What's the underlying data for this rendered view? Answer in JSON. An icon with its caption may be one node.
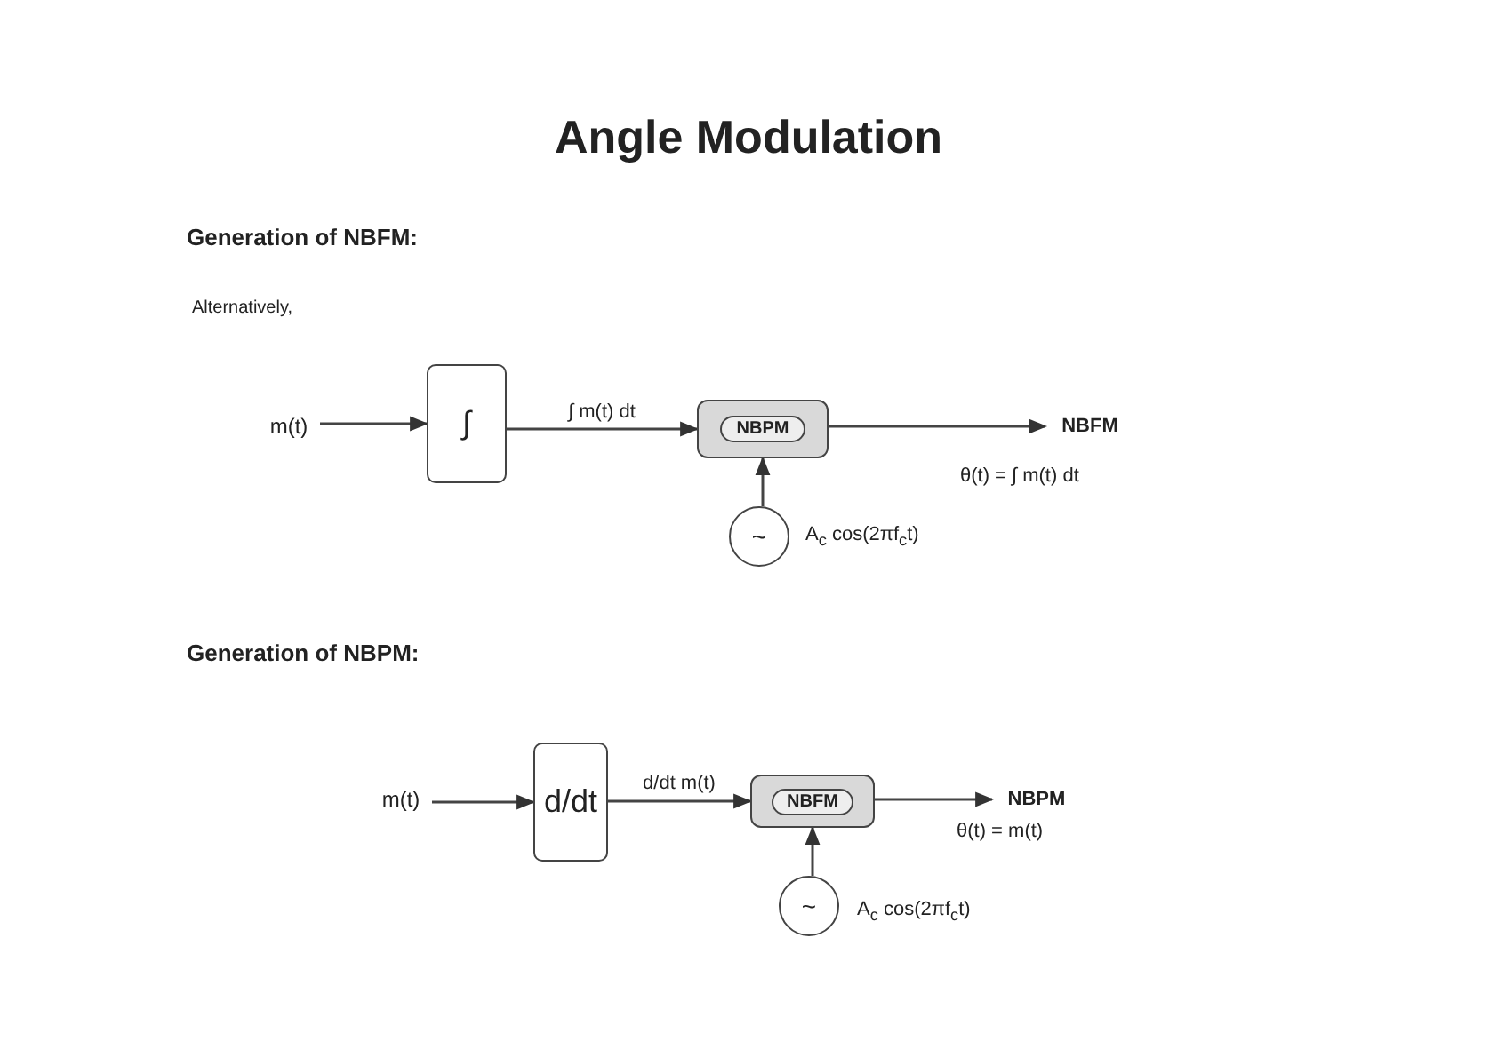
{
  "diagram": {
    "title": "Angle Modulation",
    "nodes": [
      {
        "text": [
          "m(t)"
        ]
      },
      {
        "text": [
          "∫"
        ]
      },
      {
        "text": [
          "NBPM"
        ]
      },
      {
        "text": [
          "~"
        ],
        "beside": [
          "A$_{c}$ cos(2πf$_{c}$t)"
        ]
      },
      {
        "text": [
          "NBFM"
        ],
        "beside": [
          "θ(t) = ∫ m(t) dt"
        ]
      },
      {
        "text": [
          "m(t)"
        ]
      },
      {
        "text": [
          "d/dt"
        ]
      },
      {
        "text": [
          "NBFM"
        ]
      },
      {
        "text": [
          "~"
        ],
        "beside": [
          "A$_{c}$ cos(2πf$_{c}$t)"
        ]
      },
      {
        "text": [
          "NBPM"
        ],
        "beside": [
          "θ(t) = m(t)"
        ]
      }
    ],
    "edges": [
      {
        "from": 0,
        "to": 1,
        "arrow": "to"
      },
      {
        "from": 1,
        "to": 2,
        "arrow": "to",
        "label": "∫ m(t) dt"
      },
      {
        "from": 3,
        "to": 2,
        "arrow": "to"
      },
      {
        "from": 2,
        "to": 4,
        "arrow": "to"
      },
      {
        "from": 5,
        "to": 6,
        "arrow": "to"
      },
      {
        "from": 6,
        "to": 7,
        "arrow": "to",
        "label": "d/dt m(t)"
      },
      {
        "from": 8,
        "to": 7,
        "arrow": "to"
      },
      {
        "from": 7,
        "to": 9,
        "arrow": "to"
      }
    ],
    "labels": [
      "Generation of NBFM:",
      "Alternatively,",
      "Generation of NBPM:"
    ]
  }
}
